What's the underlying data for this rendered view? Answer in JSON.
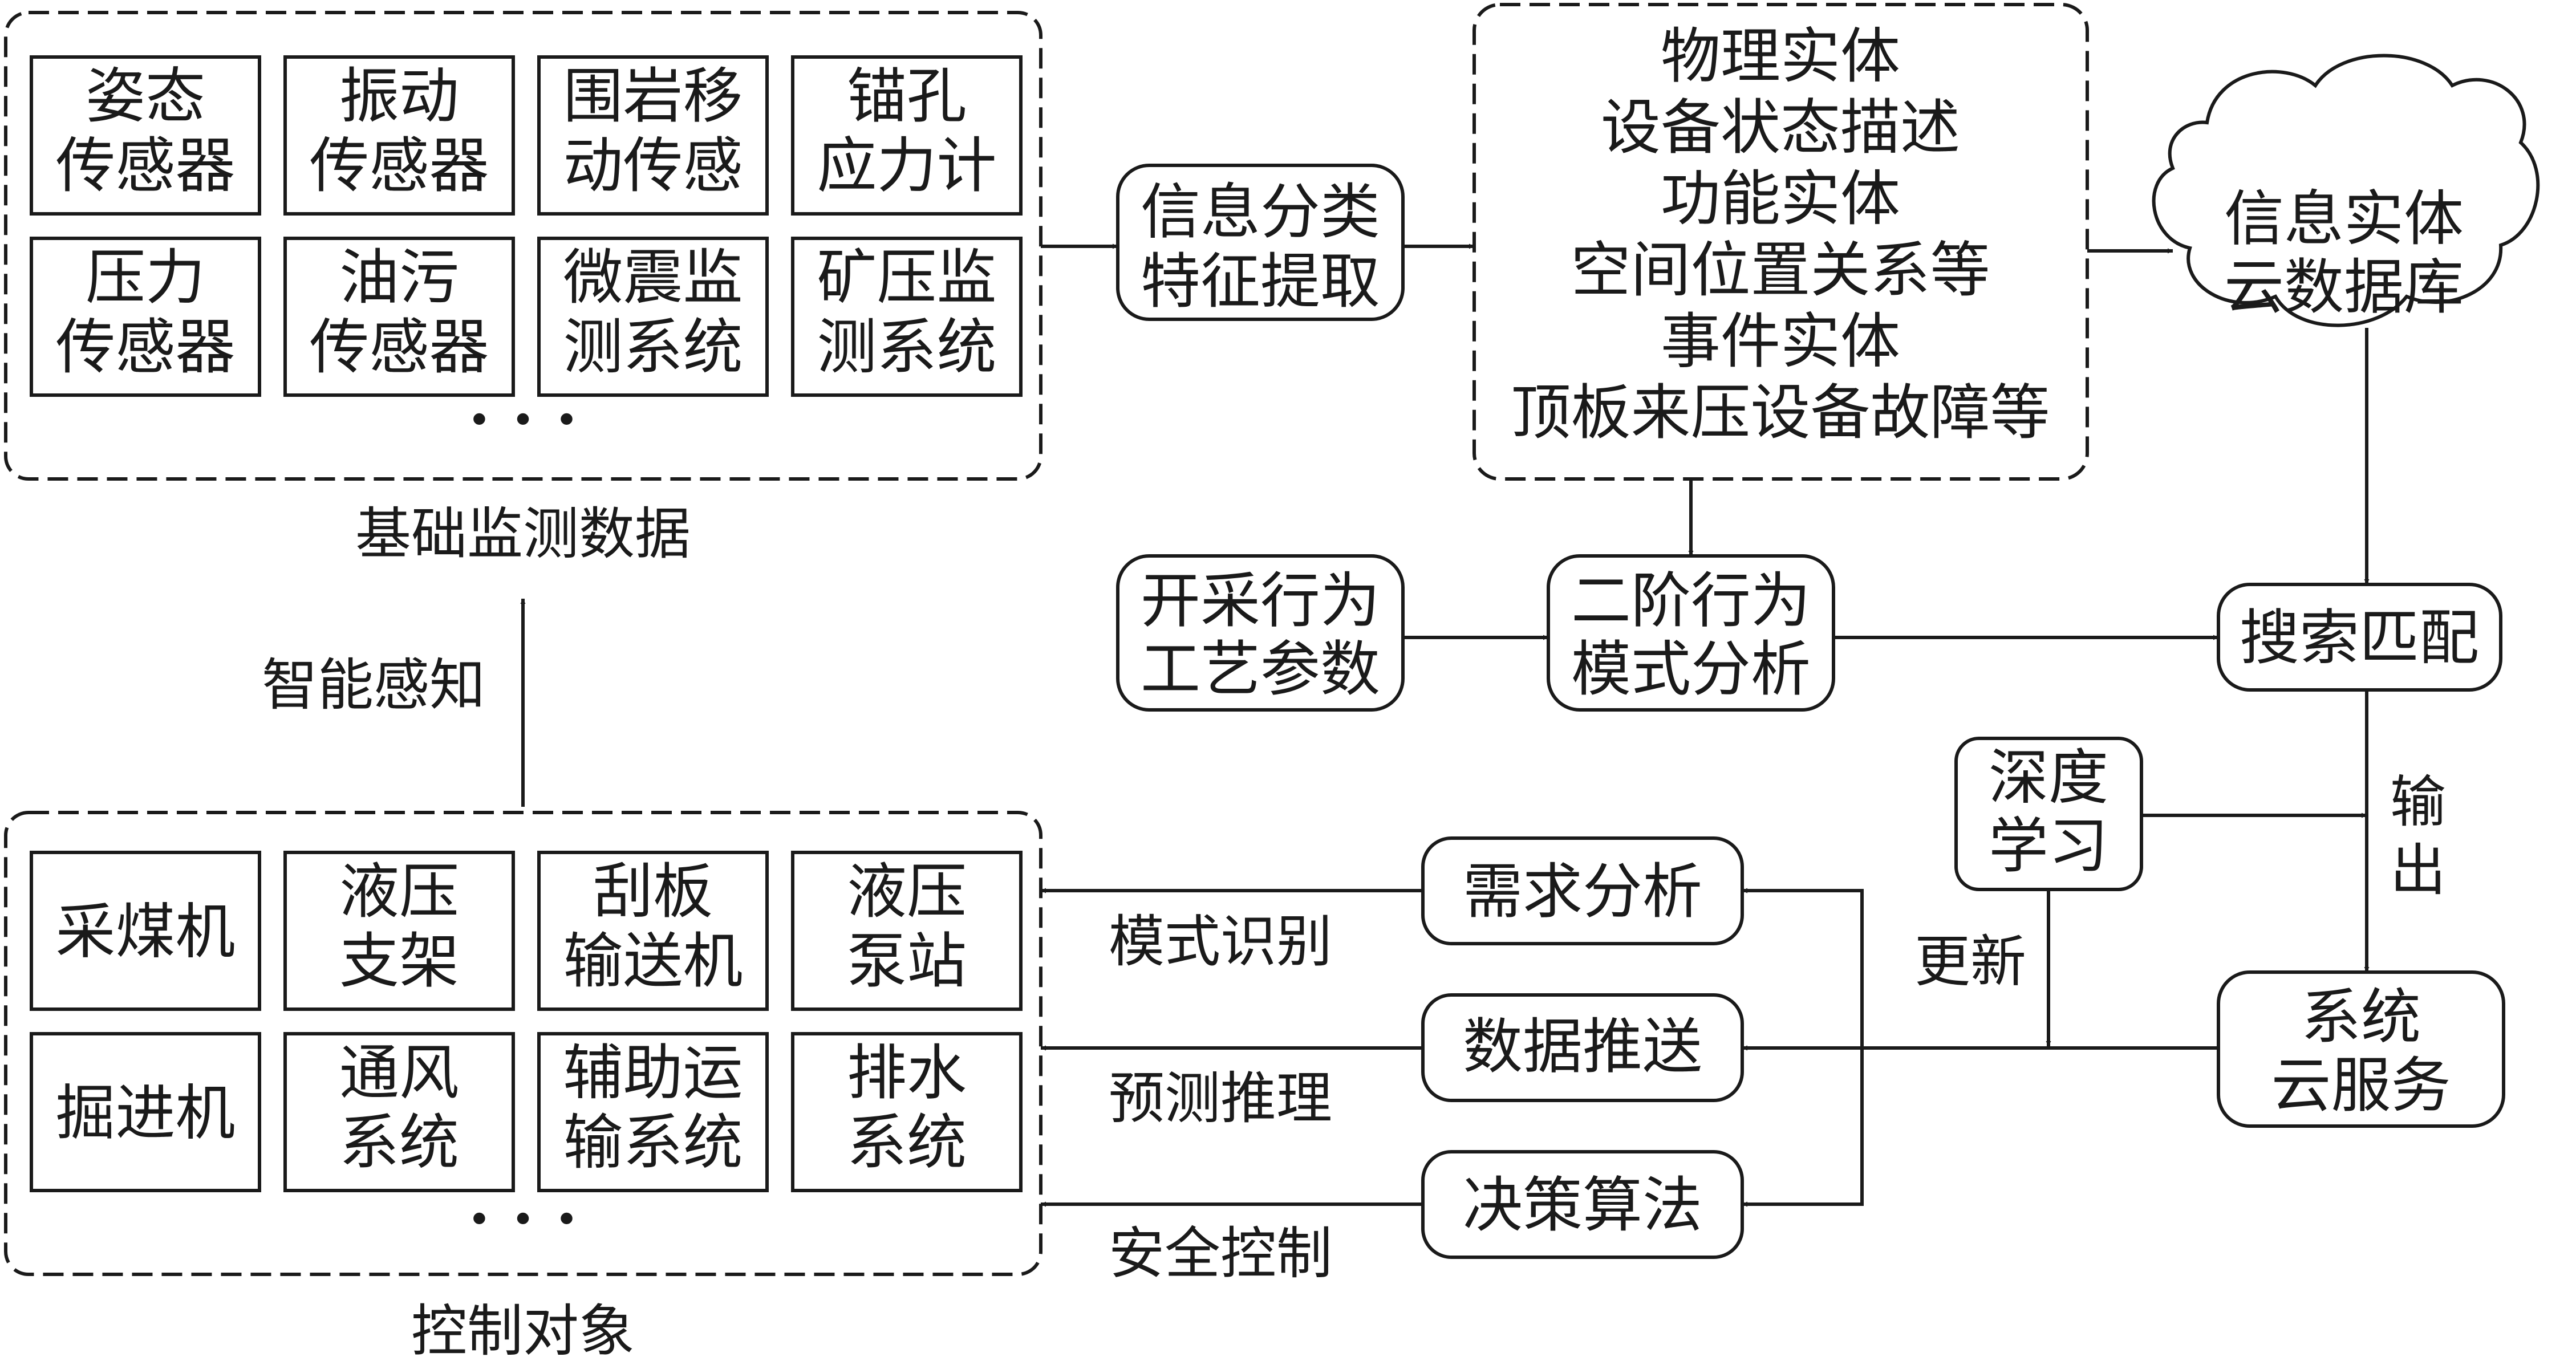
{
  "sensors": {
    "caption": "基础监测数据",
    "items": [
      [
        "姿态",
        "传感器"
      ],
      [
        "振动",
        "传感器"
      ],
      [
        "围岩移",
        "动传感"
      ],
      [
        "锚孔",
        "应力计"
      ],
      [
        "压力",
        "传感器"
      ],
      [
        "油污",
        "传感器"
      ],
      [
        "微震监",
        "测系统"
      ],
      [
        "矿压监",
        "测系统"
      ]
    ],
    "ellipsis": "· · ·"
  },
  "perception_label": "智能感知",
  "control": {
    "caption": "控制对象",
    "items": [
      [
        "采煤机"
      ],
      [
        "液压",
        "支架"
      ],
      [
        "刮板",
        "输送机"
      ],
      [
        "液压",
        "泵站"
      ],
      [
        "掘进机"
      ],
      [
        "通风",
        "系统"
      ],
      [
        "辅助运",
        "输系统"
      ],
      [
        "排水",
        "系统"
      ]
    ],
    "ellipsis": "· · ·"
  },
  "classify": [
    "信息分类",
    "特征提取"
  ],
  "entities": [
    "物理实体",
    "设备状态描述",
    "功能实体",
    "空间位置关系等",
    "事件实体",
    "顶板来压设备故障等"
  ],
  "cloud_db": [
    "信息实体",
    "云数据库"
  ],
  "mining_params": [
    "开采行为",
    "工艺参数"
  ],
  "second_order": [
    "二阶行为",
    "模式分析"
  ],
  "search_match": "搜索匹配",
  "deep_learning": [
    "深度",
    "学习"
  ],
  "output_label": [
    "输",
    "出"
  ],
  "update_label": "更新",
  "cloud_service": [
    "系统",
    "云服务"
  ],
  "demand": "需求分析",
  "push": "数据推送",
  "decision": "决策算法",
  "pattern_label": "模式识别",
  "predict_label": "预测推理",
  "safety_label": "安全控制"
}
